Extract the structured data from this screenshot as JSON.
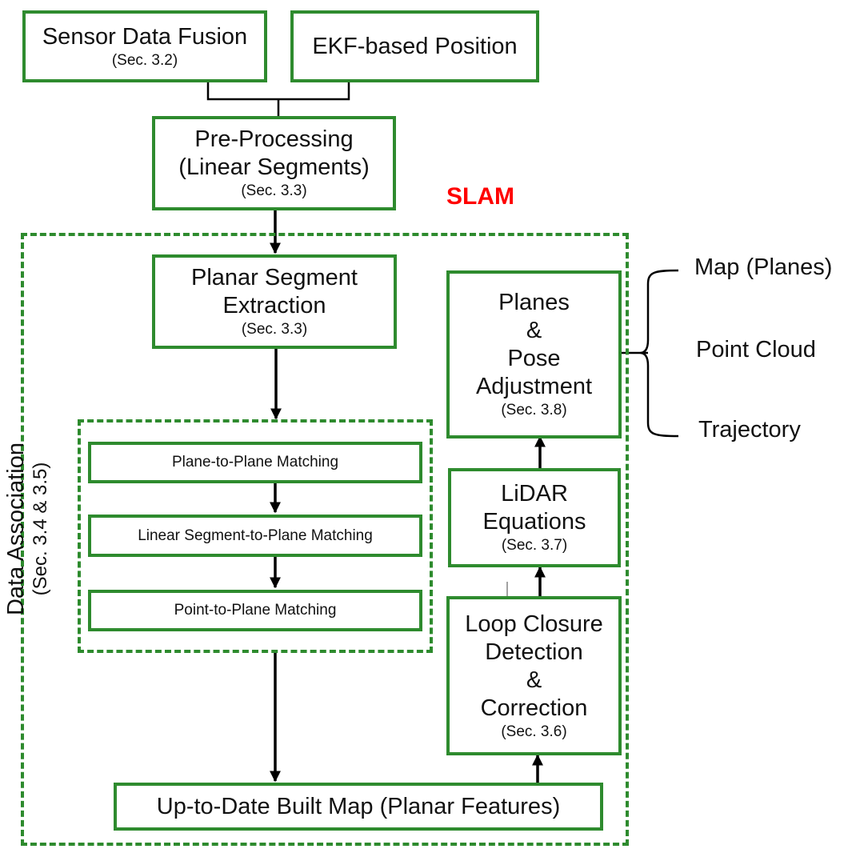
{
  "title_label": "SLAM",
  "colors": {
    "box_border": "#2e8b2e",
    "slam_label": "#ff0000",
    "arrow": "#000000"
  },
  "boxes": {
    "sensor_fusion": {
      "title": "Sensor Data Fusion",
      "section": "(Sec. 3.2)"
    },
    "ekf_position": {
      "title": "EKF-based Position"
    },
    "preprocessing": {
      "title_line1": "Pre-Processing",
      "title_line2": "(Linear Segments)",
      "section": "(Sec. 3.3)"
    },
    "planar_extraction": {
      "title_line1": "Planar Segment",
      "title_line2": "Extraction",
      "section": "(Sec. 3.3)"
    },
    "plane_to_plane": {
      "title": "Plane-to-Plane Matching"
    },
    "segment_to_plane": {
      "title": "Linear Segment-to-Plane Matching"
    },
    "point_to_plane": {
      "title": "Point-to-Plane Matching"
    },
    "built_map": {
      "title": "Up-to-Date Built Map (Planar Features)"
    },
    "loop_closure": {
      "line1": "Loop Closure",
      "line2": "Detection",
      "line3": "&",
      "line4": "Correction",
      "section": "(Sec. 3.6)"
    },
    "lidar_equations": {
      "line1": "LiDAR",
      "line2": "Equations",
      "section": "(Sec. 3.7)"
    },
    "pose_adjustment": {
      "line1": "Planes",
      "line2": "&",
      "line3": "Pose",
      "line4": "Adjustment",
      "section": "(Sec. 3.8)"
    }
  },
  "data_association": {
    "title": "Data Association",
    "section": "(Sec. 3.4 & 3.5)"
  },
  "outputs": [
    "Map (Planes)",
    "Point Cloud",
    "Trajectory"
  ]
}
